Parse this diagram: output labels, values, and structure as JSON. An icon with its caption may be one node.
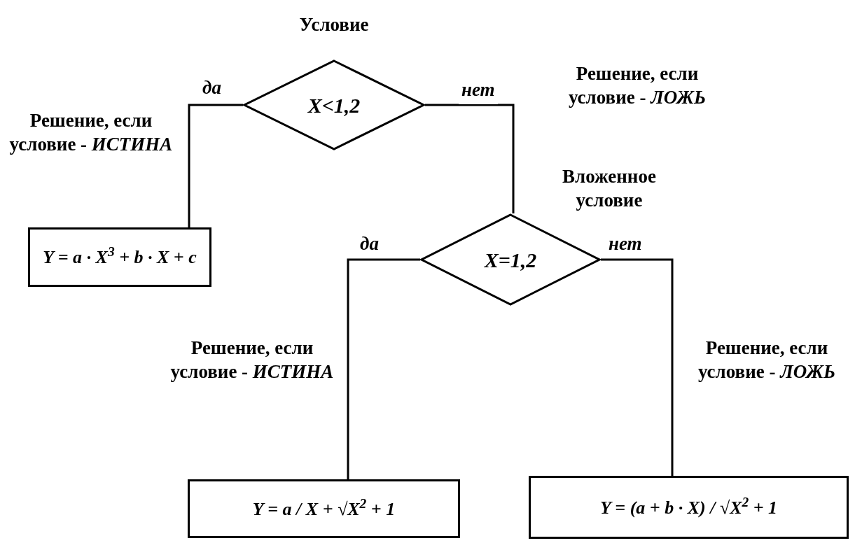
{
  "diagram": {
    "nodes": [
      {
        "text": [
          "X<1,2"
        ],
        "beside": [
          "Условие"
        ]
      },
      {
        "text": [
          "Y = a · X$^{3}$ + b · X + c"
        ]
      },
      {
        "text": [
          "X=1,2"
        ],
        "beside": [
          "Вложенное условие"
        ]
      },
      {
        "text": [
          "Y = a / X + √X$^{2}$ + 1"
        ]
      },
      {
        "text": [
          "Y = (a + b · X) / √X$^{2}$ + 1"
        ]
      }
    ],
    "edges": [
      {
        "from": 0,
        "to": 1,
        "arrow": "none",
        "label": "да"
      },
      {
        "from": 0,
        "to": 2,
        "arrow": "none",
        "label": "нет"
      },
      {
        "from": 2,
        "to": 3,
        "arrow": "none",
        "label": "да"
      },
      {
        "from": 2,
        "to": 4,
        "arrow": "none",
        "label": "нет"
      }
    ],
    "labels": [
      "Решение, если условие - *ЛОЖЬ*",
      "Решение, если условие - *ИСТИНА*",
      "Решение, если условие - *ИСТИНА*",
      "Решение, если условие - *ЛОЖЬ*"
    ]
  }
}
